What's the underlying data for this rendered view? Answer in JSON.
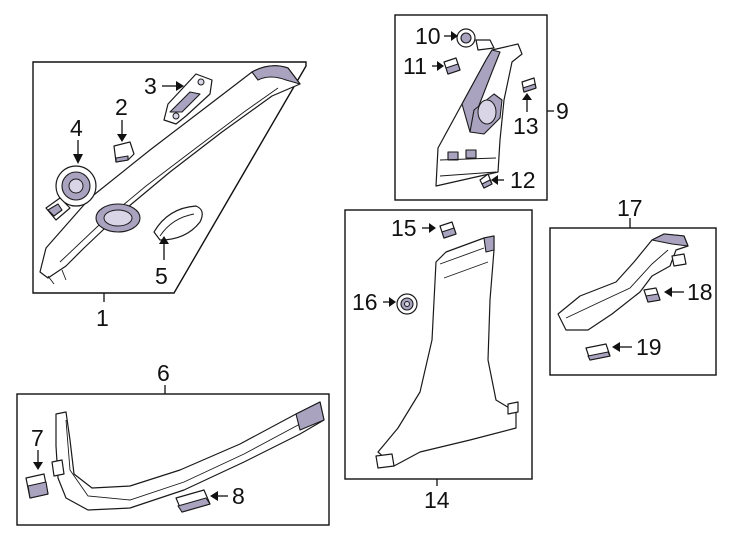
{
  "diagram": {
    "type": "exploded-parts-diagram",
    "accent_shade": "#a9a3c0",
    "groups": [
      {
        "id": "box-1",
        "callout": "1",
        "part_callouts": [
          "2",
          "3",
          "4",
          "5"
        ]
      },
      {
        "id": "box-9",
        "callout": "9",
        "part_callouts": [
          "10",
          "11",
          "12",
          "13"
        ]
      },
      {
        "id": "box-14",
        "callout": "14",
        "part_callouts": [
          "15",
          "16"
        ]
      },
      {
        "id": "box-17",
        "callout": "17",
        "part_callouts": [
          "18",
          "19"
        ]
      },
      {
        "id": "box-6",
        "callout": "6",
        "part_callouts": [
          "7",
          "8"
        ]
      }
    ],
    "labels": {
      "n1": "1",
      "n2": "2",
      "n3": "3",
      "n4": "4",
      "n5": "5",
      "n6": "6",
      "n7": "7",
      "n8": "8",
      "n9": "9",
      "n10": "10",
      "n11": "11",
      "n12": "12",
      "n13": "13",
      "n14": "14",
      "n15": "15",
      "n16": "16",
      "n17": "17",
      "n18": "18",
      "n19": "19"
    }
  }
}
